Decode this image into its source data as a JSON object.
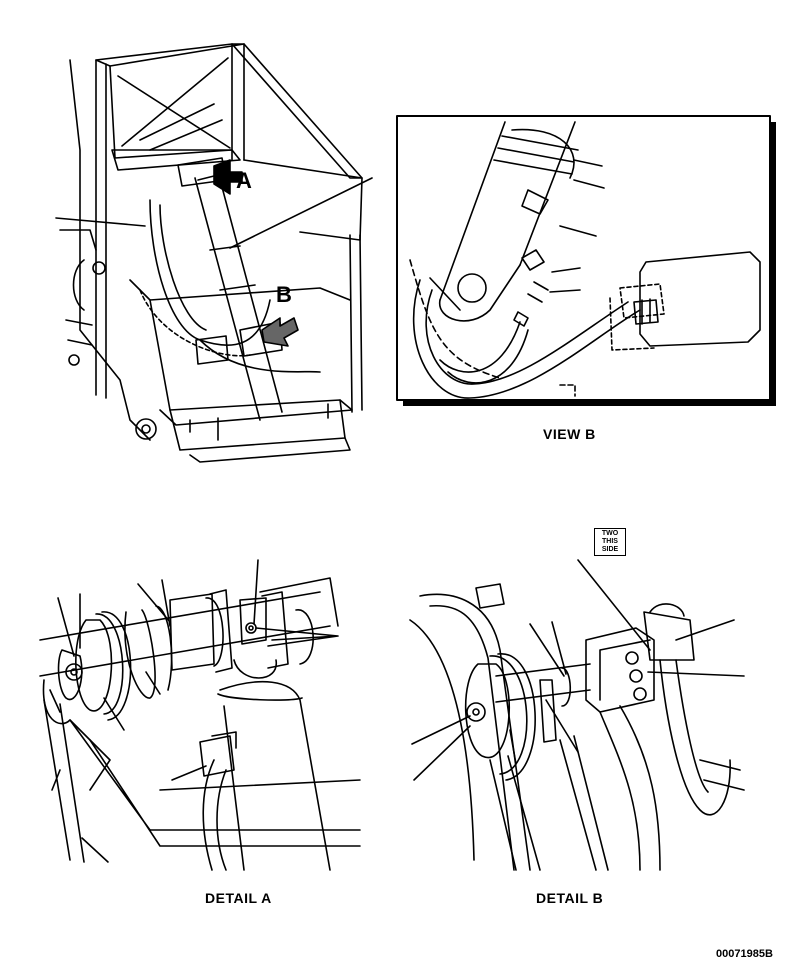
{
  "labels": {
    "callout_a": "A",
    "callout_b": "B",
    "view_b": "VIEW B",
    "detail_a": "DETAIL A",
    "detail_b": "DETAIL B",
    "document_number": "00071985B"
  },
  "stamp": {
    "line1": "TWO",
    "line2": "THIS",
    "line3": "SIDE"
  },
  "colors": {
    "ink": "#000000",
    "paper": "#ffffff"
  }
}
